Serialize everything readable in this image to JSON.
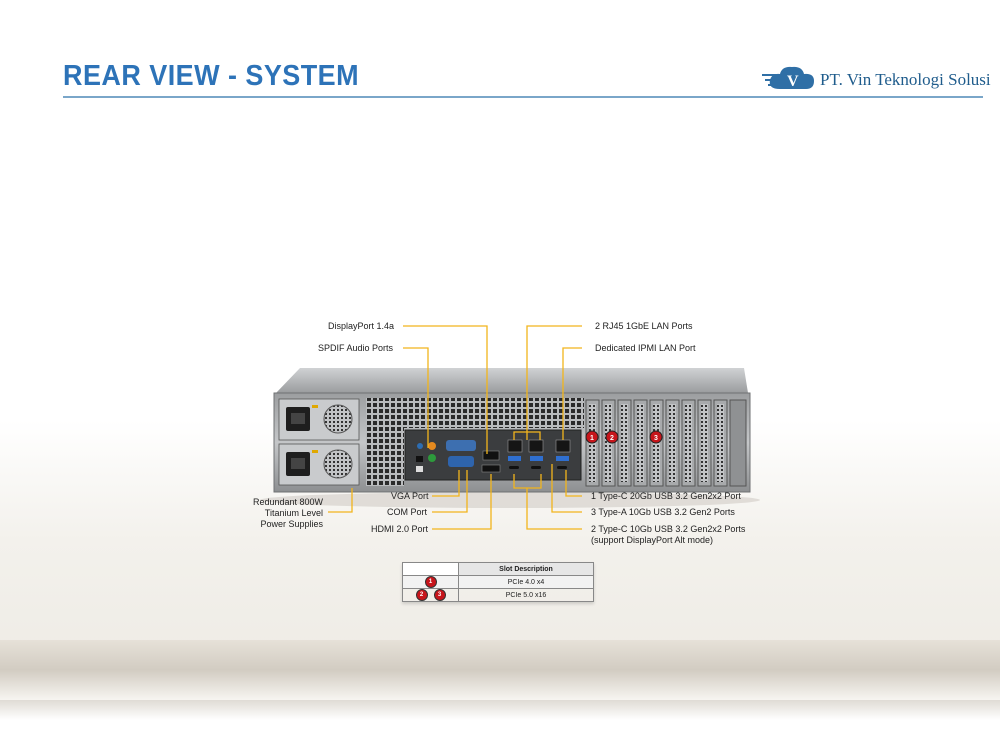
{
  "header": {
    "title": "REAR VIEW - SYSTEM",
    "company": "PT. Vin Teknologi Solusi",
    "logo_letter": "V"
  },
  "labels": {
    "displayport": "DisplayPort 1.4a",
    "spdif": "SPDIF Audio Ports",
    "rj45": "2 RJ45 1GbE LAN Ports",
    "ipmi": "Dedicated IPMI LAN Port",
    "psu_line1": "Redundant 800W",
    "psu_line2": "Titanium Level",
    "psu_line3": "Power Supplies",
    "vga": "VGA Port",
    "com": "COM Port",
    "hdmi": "HDMI 2.0 Port",
    "usbc20": "1 Type-C 20Gb USB 3.2 Gen2x2  Port",
    "usba10": "3 Type-A 10Gb USB 3.2 Gen2 Ports",
    "usbc10_line1": "2 Type-C 10Gb USB 3.2 Gen2x2  Ports",
    "usbc10_line2": "(support DisplayPort Alt mode)"
  },
  "slot_badges": [
    "1",
    "2",
    "3"
  ],
  "slot_table": {
    "header": "Slot Description",
    "rows": [
      {
        "slots": [
          "1"
        ],
        "desc": "PCIe 4.0 x4"
      },
      {
        "slots": [
          "2",
          "3"
        ],
        "desc": "PCIe 5.0 x16"
      }
    ]
  },
  "colors": {
    "title": "#2d73b8",
    "callout": "#f2b51c",
    "badge": "#c7151b"
  }
}
